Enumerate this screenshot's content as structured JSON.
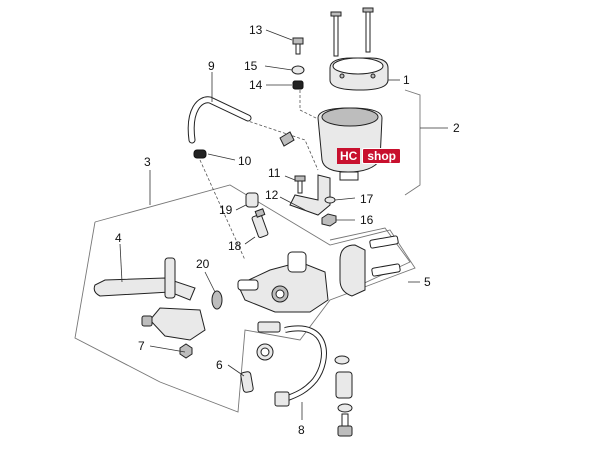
{
  "callouts": {
    "c1": "1",
    "c2": "2",
    "c3": "3",
    "c4": "4",
    "c5": "5",
    "c6": "6",
    "c7": "7",
    "c8": "8",
    "c9": "9",
    "c10": "10",
    "c11": "11",
    "c12": "12",
    "c13": "13",
    "c14": "14",
    "c15": "15",
    "c16": "16",
    "c17": "17",
    "c18": "18",
    "c19": "19",
    "c20": "20"
  },
  "logo": {
    "hc": "HC",
    "shop": "shop"
  },
  "colors": {
    "logo_red": "#c8102e",
    "line": "#222222",
    "frame": "#777777"
  }
}
